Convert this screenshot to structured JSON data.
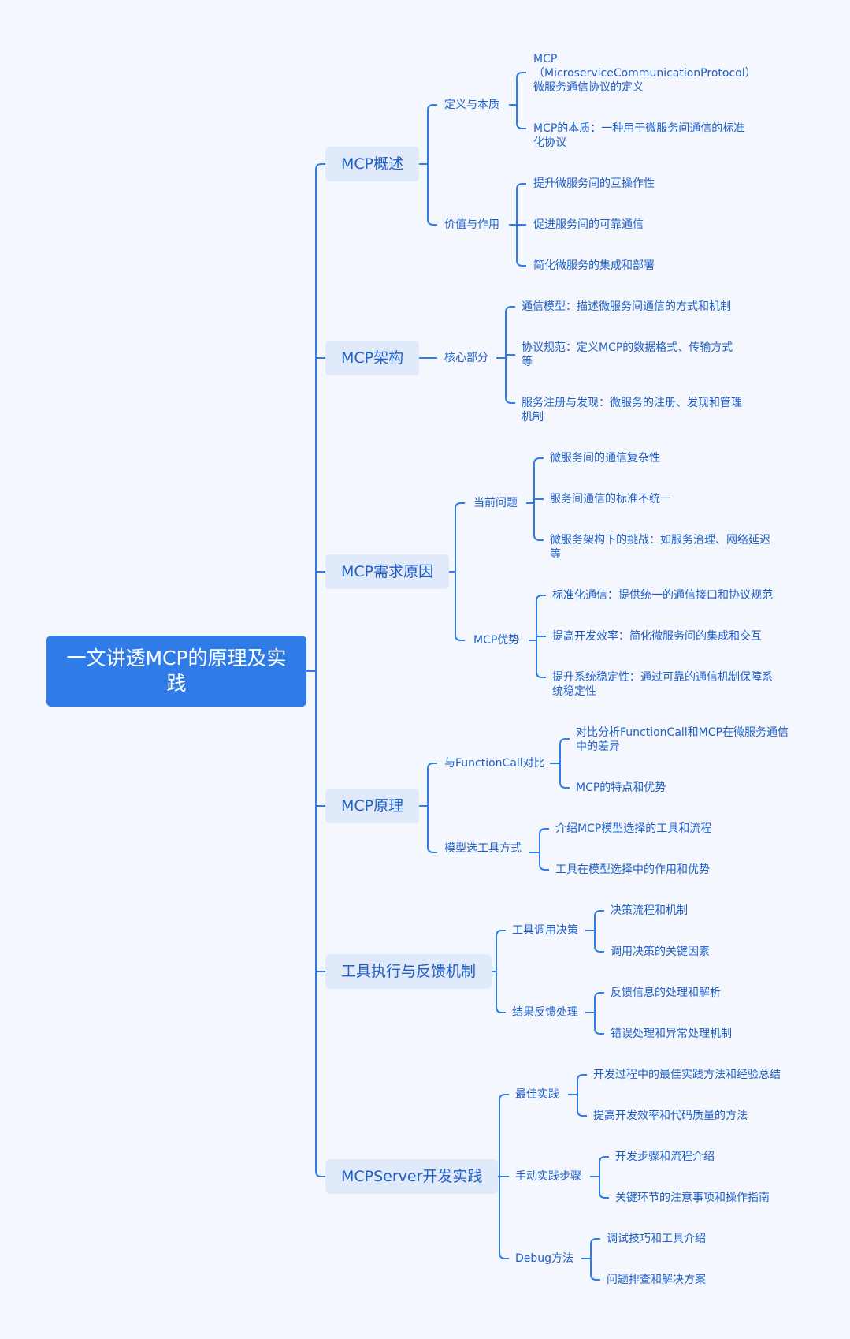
{
  "root": "一文讲透MCP的原理及实践",
  "branches": [
    {
      "label": "MCP概述",
      "children": [
        {
          "label": "定义与本质",
          "children": [
            "MCP（MicroserviceCommunicationProtocol）微服务通信协议的定义",
            "MCP的本质：一种用于微服务间通信的标准化协议"
          ]
        },
        {
          "label": "价值与作用",
          "children": [
            "提升微服务间的互操作性",
            "促进服务间的可靠通信",
            "简化微服务的集成和部署"
          ]
        }
      ]
    },
    {
      "label": "MCP架构",
      "children": [
        {
          "label": "核心部分",
          "children": [
            "通信模型：描述微服务间通信的方式和机制",
            "协议规范：定义MCP的数据格式、传输方式等",
            "服务注册与发现：微服务的注册、发现和管理机制"
          ]
        }
      ]
    },
    {
      "label": "MCP需求原因",
      "children": [
        {
          "label": "当前问题",
          "children": [
            "微服务间的通信复杂性",
            "服务间通信的标准不统一",
            "微服务架构下的挑战：如服务治理、网络延迟等"
          ]
        },
        {
          "label": "MCP优势",
          "children": [
            "标准化通信：提供统一的通信接口和协议规范",
            "提高开发效率：简化微服务间的集成和交互",
            "提升系统稳定性：通过可靠的通信机制保障系统稳定性"
          ]
        }
      ]
    },
    {
      "label": "MCP原理",
      "children": [
        {
          "label": "与FunctionCall对比",
          "children": [
            "对比分析FunctionCall和MCP在微服务通信中的差异",
            "MCP的特点和优势"
          ]
        },
        {
          "label": "模型选工具方式",
          "children": [
            "介绍MCP模型选择的工具和流程",
            "工具在模型选择中的作用和优势"
          ]
        }
      ]
    },
    {
      "label": "工具执行与反馈机制",
      "children": [
        {
          "label": "工具调用决策",
          "children": [
            "决策流程和机制",
            "调用决策的关键因素"
          ]
        },
        {
          "label": "结果反馈处理",
          "children": [
            "反馈信息的处理和解析",
            "错误处理和异常处理机制"
          ]
        }
      ]
    },
    {
      "label": "MCPServer开发实践",
      "children": [
        {
          "label": "最佳实践",
          "children": [
            "开发过程中的最佳实践方法和经验总结",
            "提高开发效率和代码质量的方法"
          ]
        },
        {
          "label": "手动实践步骤",
          "children": [
            "开发步骤和流程介绍",
            "关键环节的注意事项和操作指南"
          ]
        },
        {
          "label": "Debug方法",
          "children": [
            "调试技巧和工具介绍",
            "问题排查和解决方案"
          ]
        }
      ]
    }
  ],
  "colors": {
    "line": "#2f7ce8",
    "root_bg": "#2f7ce8",
    "branch_bg": "#e1eafb",
    "text": "#1f5fc8",
    "background": "#f4f7fd"
  }
}
